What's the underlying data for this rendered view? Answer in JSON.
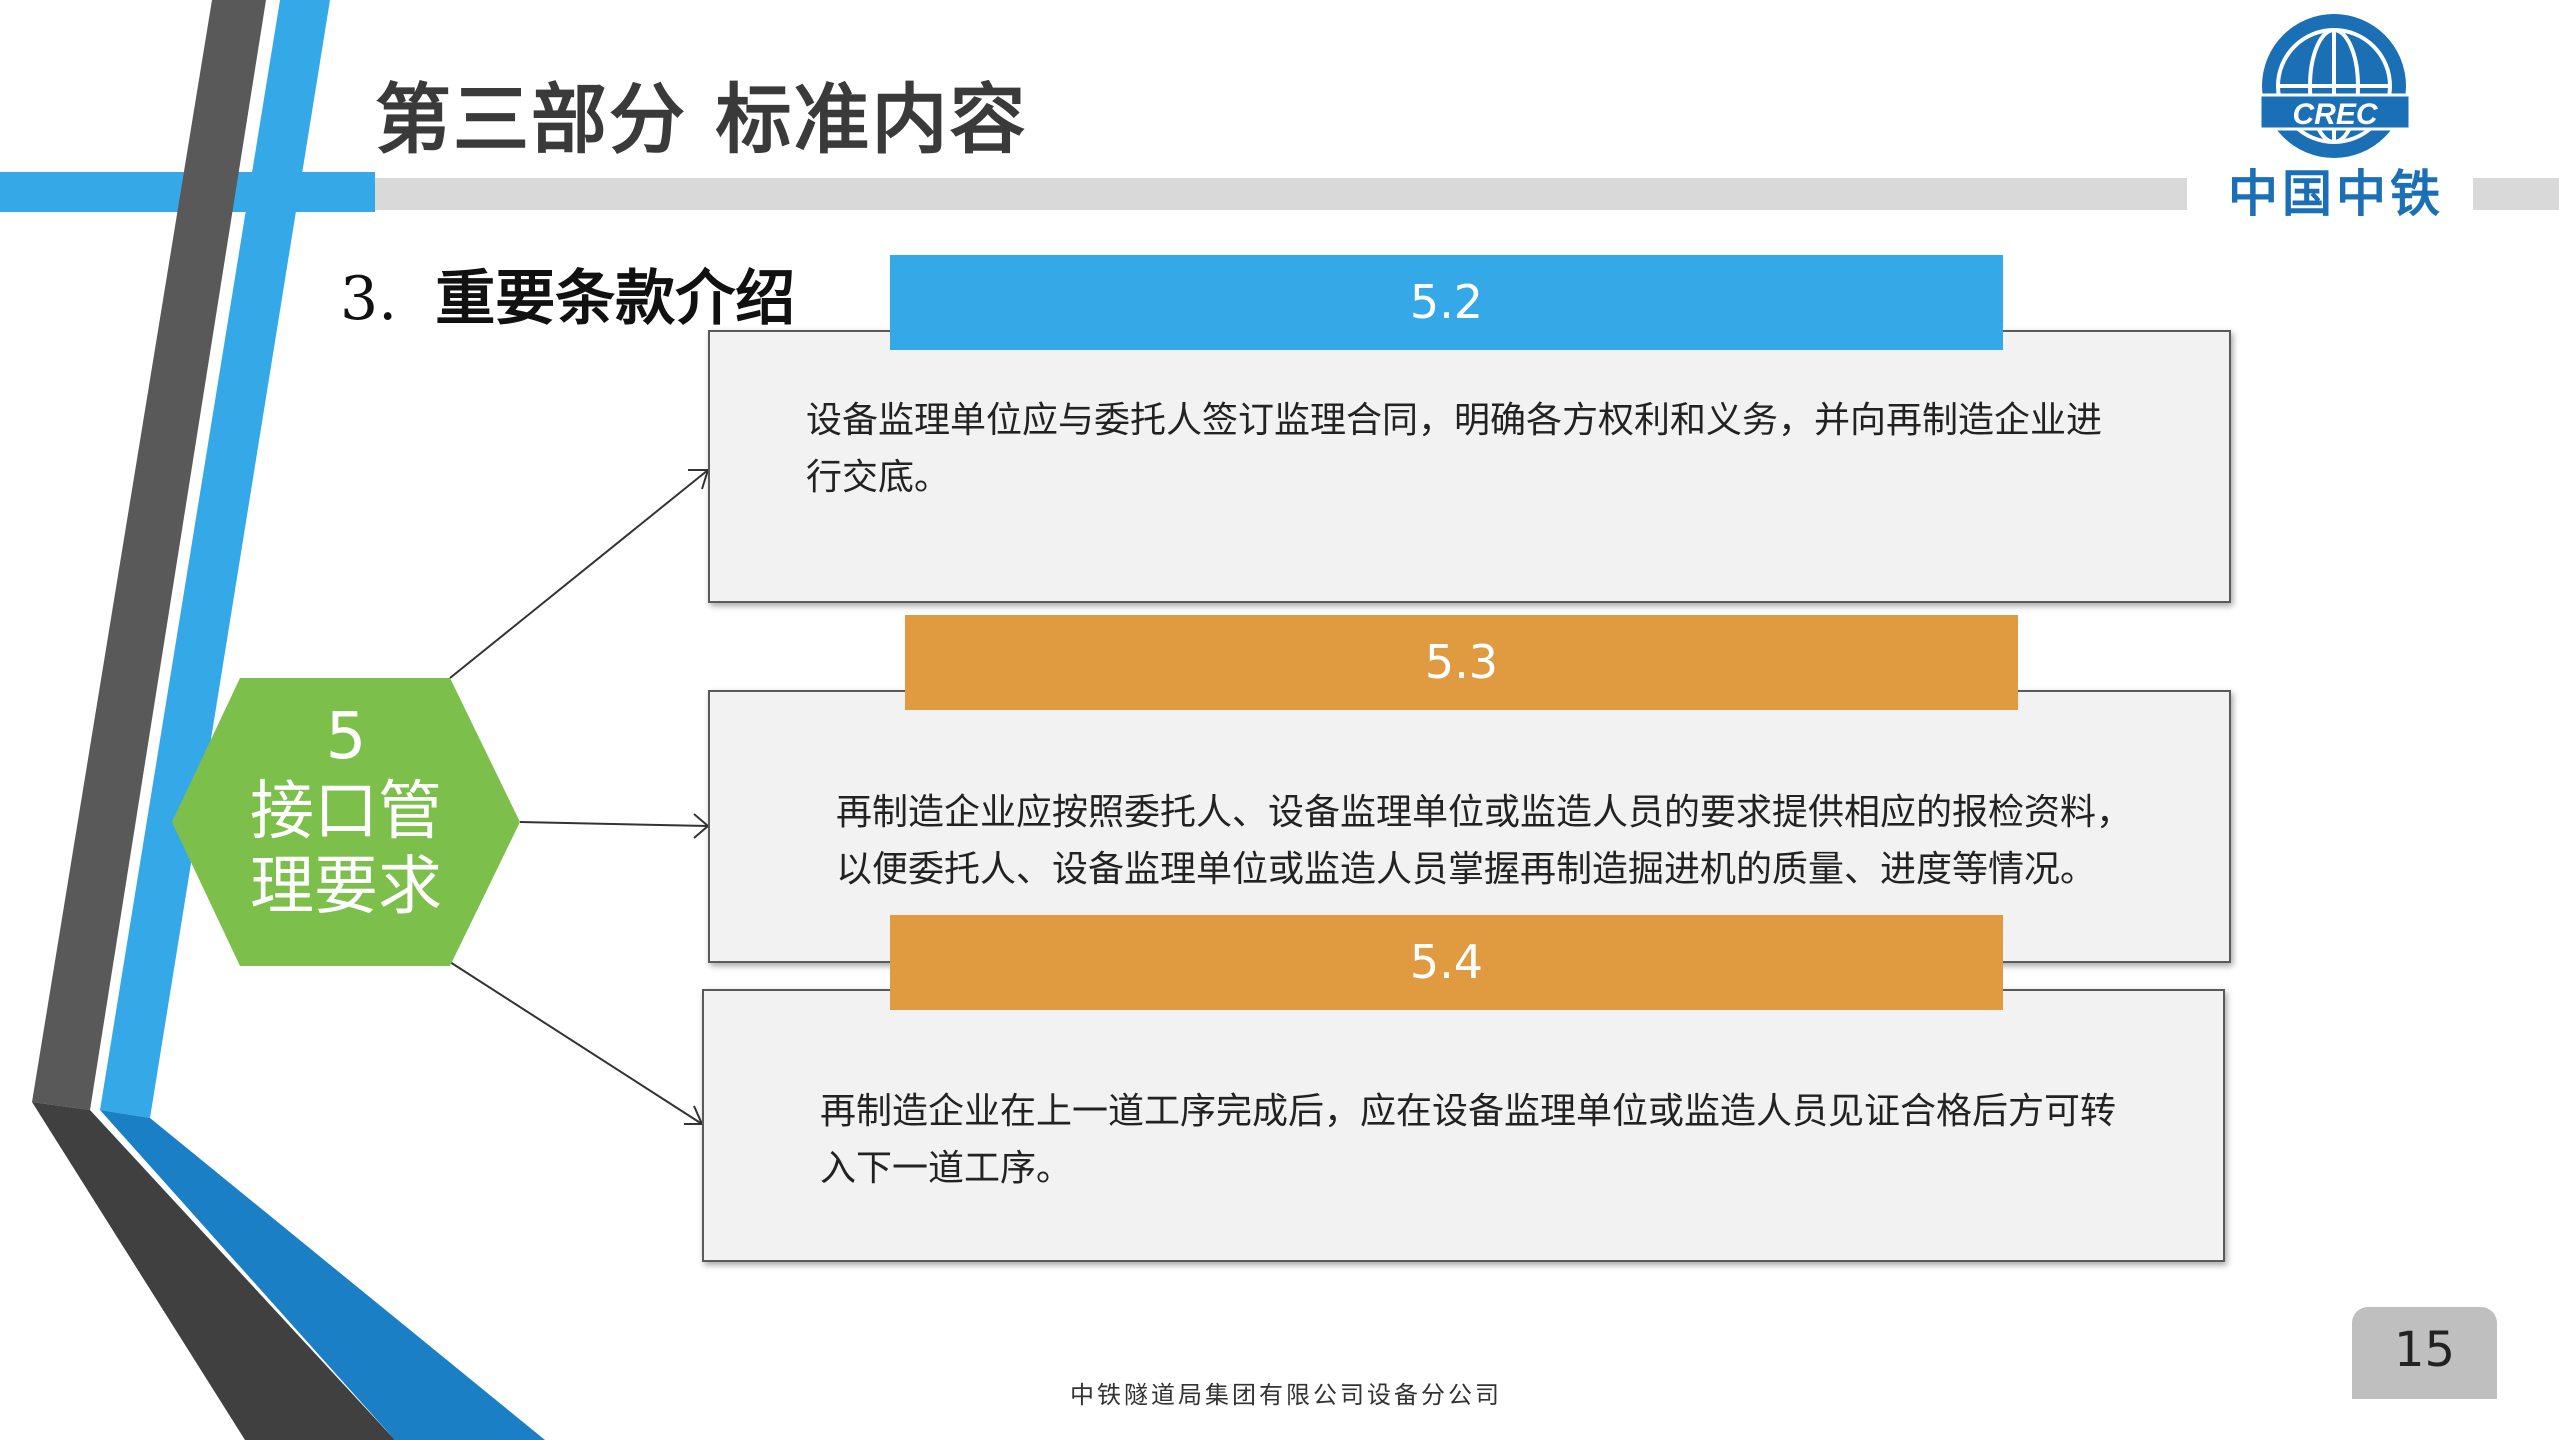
{
  "header": {
    "title": "第三部分  标准内容",
    "logo_text": "中国中铁",
    "logo_icon": "crec-globe-logo-icon"
  },
  "section": {
    "number": "3.",
    "label": "重要条款介绍"
  },
  "hub": {
    "number": "5",
    "label": "接口管理要求",
    "color": "#7cc04b"
  },
  "clauses": [
    {
      "label": "5.2",
      "text": "设备监理单位应与委托人签订监理合同，明确各方权利和义务，并向再制造企业进行交底。",
      "color": "#35a9e8"
    },
    {
      "label": "5.3",
      "text": "再制造企业应按照委托人、设备监理单位或监造人员的要求提供相应的报检资料，以便委托人、设备监理单位或监造人员掌握再制造掘进机的质量、进度等情况。",
      "color": "#e09a40"
    },
    {
      "label": "5.4",
      "text": "再制造企业在上一道工序完成后，应在设备监理单位或监造人员见证合格后方可转入下一道工序。",
      "color": "#e09a40"
    }
  ],
  "footer": {
    "org": "中铁隧道局集团有限公司设备分公司",
    "page": "15"
  },
  "colors": {
    "accent_blue": "#35a9e8",
    "dark_gray": "#4d4d4d",
    "light_gray": "#d9d9d9",
    "logo_blue": "#1a6fb5"
  }
}
